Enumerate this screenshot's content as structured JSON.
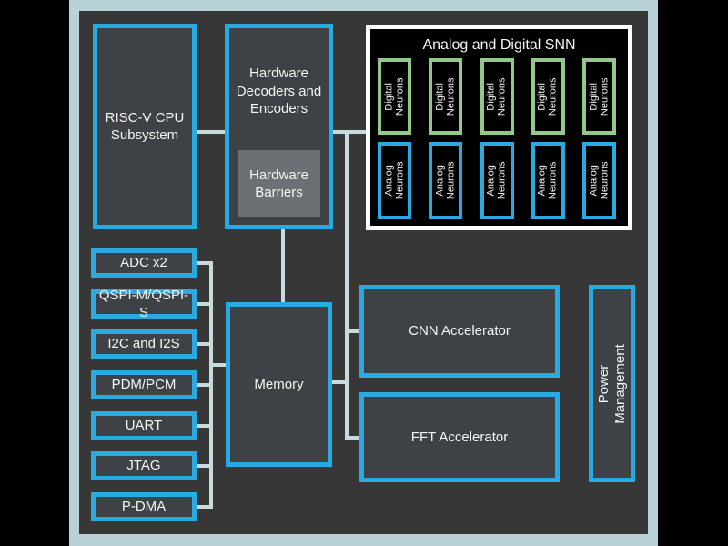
{
  "diagram": {
    "title": "Analog and Digital SNN edge-AI SoC block diagram",
    "palette": {
      "accent_blue": "#29ABE2",
      "neuron_green": "#93C78C",
      "connector_line": "#C7DBDF",
      "outer_frame": "#B9D2D8",
      "board_background": "#373737",
      "block_fill": "#3E4246",
      "barrier_gray": "#6C6F73",
      "snn_background": "#000000",
      "snn_border": "#FFFFFF",
      "text": "#F5F5F4"
    },
    "blocks": {
      "riscv": {
        "label": "RISC-V CPU\nSubsystem"
      },
      "decoders": {
        "label": "Hardware\nDecoders and\nEncoders"
      },
      "barriers": {
        "label": "Hardware\nBarriers"
      },
      "memory": {
        "label": "Memory"
      },
      "cnn": {
        "label": "CNN Accelerator"
      },
      "fft": {
        "label": "FFT Accelerator"
      },
      "power": {
        "label": "Power\nManagement"
      }
    },
    "snn": {
      "title": "Analog and Digital SNN",
      "digital_label": "Digital\nNeurons",
      "analog_label": "Analog\nNeurons",
      "digital_count": 5,
      "analog_count": 5
    },
    "peripherals": {
      "items": [
        {
          "label": "ADC x2"
        },
        {
          "label": "QSPI-M/QSPI-S"
        },
        {
          "label": "I2C and I2S"
        },
        {
          "label": "PDM/PCM"
        },
        {
          "label": "UART"
        },
        {
          "label": "JTAG"
        },
        {
          "label": "P-DMA"
        }
      ]
    }
  }
}
